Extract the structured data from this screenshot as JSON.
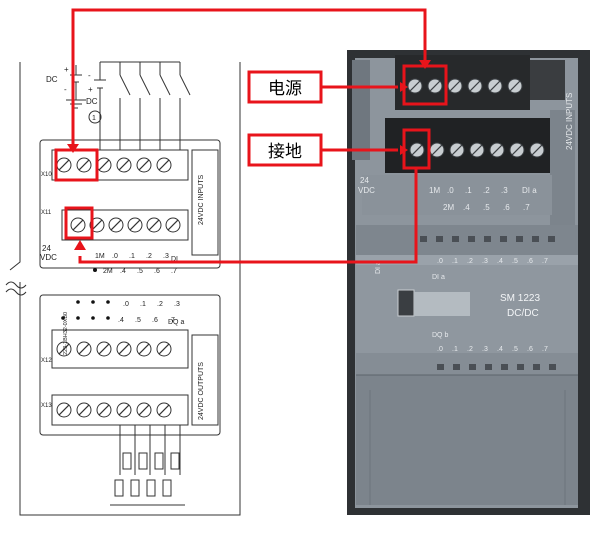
{
  "labels": {
    "power": "电源",
    "ground": "接地"
  },
  "schematic": {
    "dc_top": "DC",
    "dc_mid": "DC",
    "plus": "+",
    "minus": "-",
    "minus_mid": "-",
    "plus_mid": "+",
    "circle_one": "1",
    "x10": "X10",
    "x11": "X11",
    "x12": "X12",
    "x13": "X13",
    "v24": "24",
    "vdc": "VDC",
    "row1_labels": [
      "1M",
      ".0",
      ".1",
      ".2",
      ".3"
    ],
    "row2_labels": [
      "2M",
      ".4",
      ".5",
      ".6",
      ".7"
    ],
    "di_suffix": "DI",
    "dq_top": [
      ".0",
      ".1",
      ".2",
      ".3"
    ],
    "dq_bot": [
      ".4",
      ".5",
      ".6",
      ".7"
    ],
    "dq_label": "DQ a",
    "inputs_vertical": "24VDC INPUTS",
    "outputs_vertical": "24VDC OUTPUTS",
    "part_number": "223-1BH32-0XB0"
  },
  "photo": {
    "inputs_vertical": "24VDC INPUTS",
    "v24": "24",
    "vdc": "VDC",
    "row1_labels": [
      "1M",
      ".0",
      ".1",
      ".2",
      ".3"
    ],
    "di_a_top": "DI a",
    "row2_labels": [
      "2M",
      ".4",
      ".5",
      ".6",
      ".7"
    ],
    "led_labels": [
      ".0",
      ".1",
      ".2",
      ".3",
      ".4",
      ".5",
      ".6",
      ".7"
    ],
    "di_a": "DI a",
    "di_left": "DI a",
    "model_line1": "SM 1223",
    "model_line2": "DC/DC",
    "dq_b": "DQ b",
    "dq_labels": [
      ".0",
      ".1",
      ".2",
      ".3",
      ".4",
      ".5",
      ".6",
      ".7"
    ]
  },
  "colors": {
    "callout": "#e8141b",
    "photo_body": "#8a929a",
    "terminal_block": "#2a2c2e"
  }
}
